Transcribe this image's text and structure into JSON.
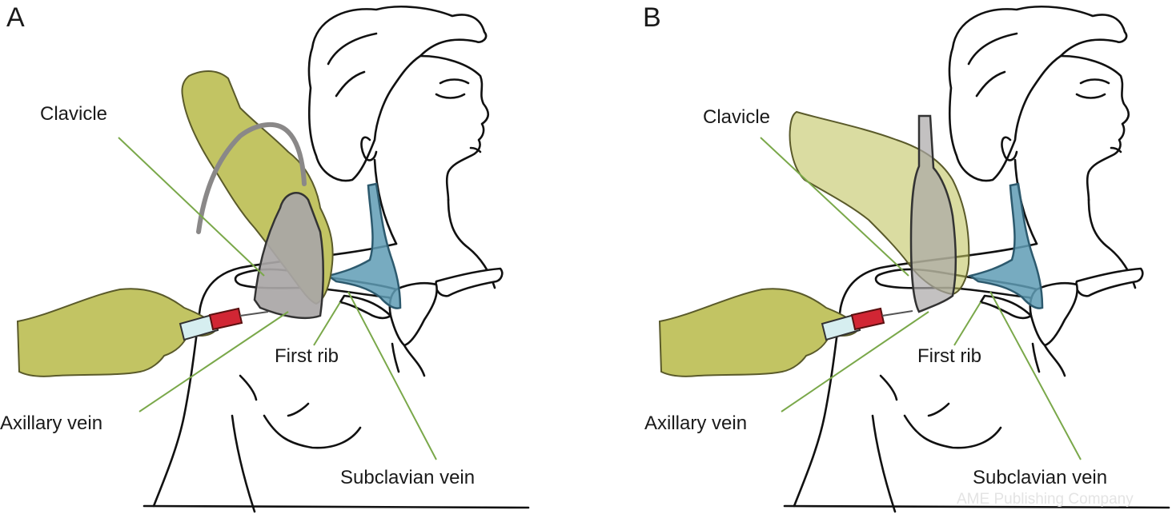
{
  "panels": [
    {
      "letter": "A",
      "labels": {
        "clavicle": "Clavicle",
        "first_rib": "First rib",
        "axillary_vein": "Axillary vein",
        "subclavian_vein": "Subclavian vein"
      }
    },
    {
      "letter": "B",
      "labels": {
        "clavicle": "Clavicle",
        "first_rib": "First rib",
        "axillary_vein": "Axillary vein",
        "subclavian_vein": "Subclavian vein"
      }
    }
  ],
  "watermark": "AME Publishing Company",
  "colors": {
    "glove": "#c2c463",
    "vein": "#5f9cb5",
    "probe": "#a9a6a6",
    "syringe_hub": "#d12634",
    "leader_line": "#7aa84a",
    "ink": "#111111"
  }
}
